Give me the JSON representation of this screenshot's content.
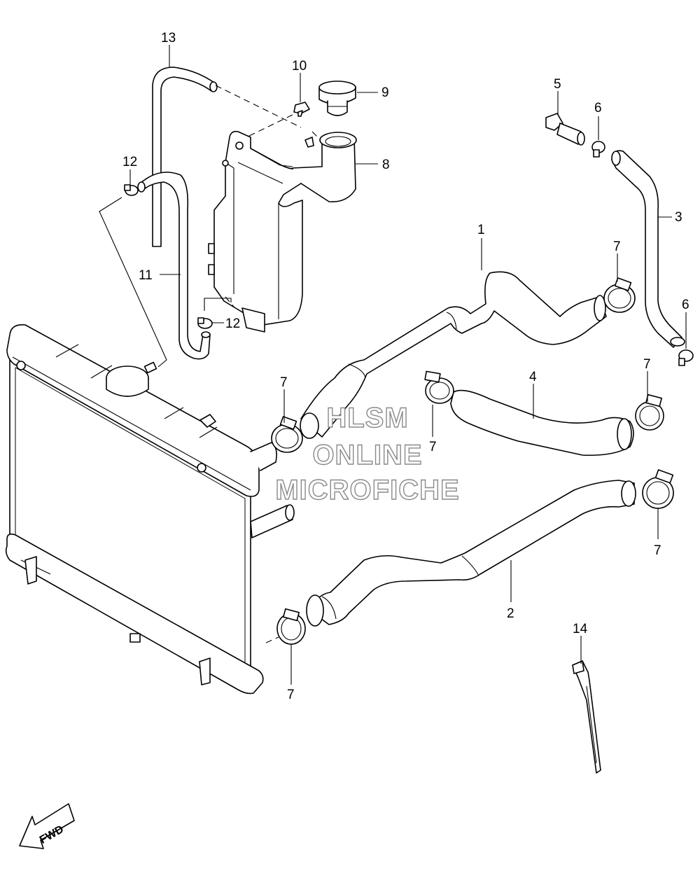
{
  "callouts": {
    "c1": "1",
    "c2": "2",
    "c3": "3",
    "c4": "4",
    "c5": "5",
    "c6a": "6",
    "c6b": "6",
    "c7a": "7",
    "c7b": "7",
    "c7c": "7",
    "c7d": "7",
    "c7e": "7",
    "c7f": "7",
    "c8": "8",
    "c9": "9",
    "c10": "10",
    "c11": "11",
    "c12a": "12",
    "c12b": "12",
    "c13": "13",
    "c14": "14"
  },
  "fwd_label": "FWD",
  "watermark": {
    "line1": "HLSM",
    "line2": "ONLINE",
    "line3": "MICROFICHE"
  }
}
